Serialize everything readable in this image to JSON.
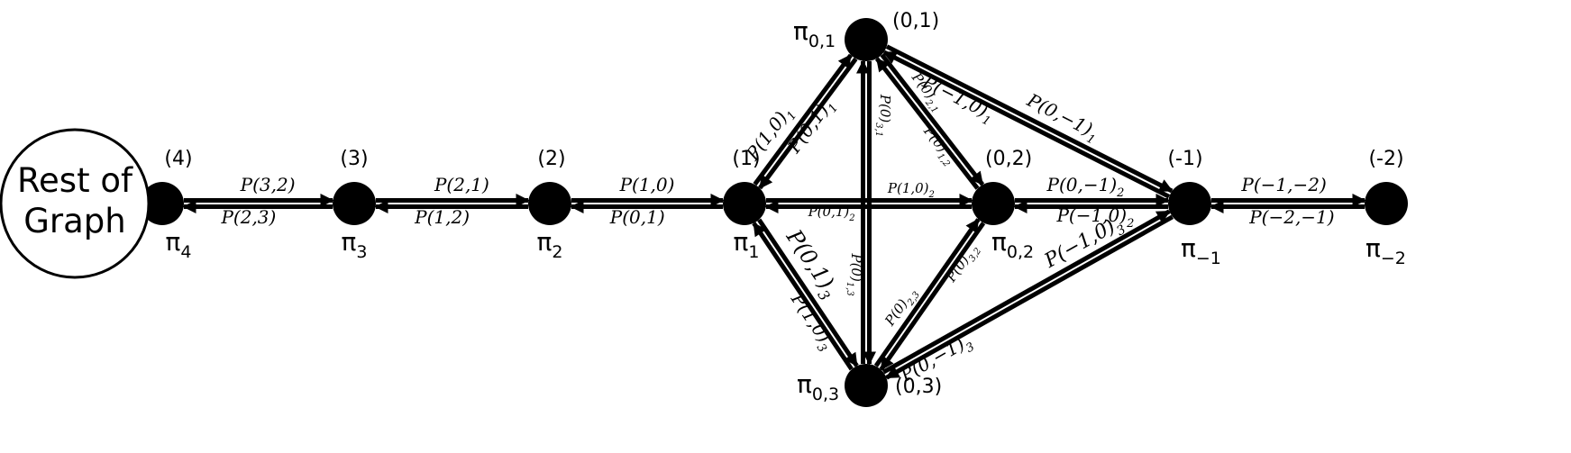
{
  "rest_node": {
    "label_line1": "Rest of",
    "label_line2": "Graph"
  },
  "nodes": [
    {
      "id": "n4",
      "coord": "(4)",
      "pi_sub": "4"
    },
    {
      "id": "n3",
      "coord": "(3)",
      "pi_sub": "3"
    },
    {
      "id": "n2",
      "coord": "(2)",
      "pi_sub": "2"
    },
    {
      "id": "n1",
      "coord": "(1)",
      "pi_sub": "1"
    },
    {
      "id": "n01",
      "coord": "(0,1)",
      "pi_sub": "0,1"
    },
    {
      "id": "n02",
      "coord": "(0,2)",
      "pi_sub": "0,2"
    },
    {
      "id": "n03",
      "coord": "(0,3)",
      "pi_sub": "0,3"
    },
    {
      "id": "nm1",
      "coord": "(-1)",
      "pi_sub": "−1"
    },
    {
      "id": "nm2",
      "coord": "(-2)",
      "pi_sub": "−2"
    }
  ],
  "pi_symbol": "π",
  "edges": [
    {
      "id": "e4-3",
      "from": "n4",
      "to": "n3",
      "fwd": "P(3,2)",
      "fwd_sub": "",
      "rev": "P(2,3)",
      "rev_sub": ""
    },
    {
      "id": "e3-2",
      "from": "n3",
      "to": "n2",
      "fwd": "P(2,1)",
      "fwd_sub": "",
      "rev": "P(1,2)",
      "rev_sub": ""
    },
    {
      "id": "e2-1",
      "from": "n2",
      "to": "n1",
      "fwd": "P(1,0)",
      "fwd_sub": "",
      "rev": "P(0,1)",
      "rev_sub": ""
    },
    {
      "id": "e1-01",
      "from": "n1",
      "to": "n01",
      "fwd": "P(1,0)",
      "fwd_sub": "1",
      "rev": "P(0,1)",
      "rev_sub": "1"
    },
    {
      "id": "e1-02",
      "from": "n1",
      "to": "n02",
      "fwd": "P(1,0)",
      "fwd_sub": "2",
      "rev": "P(0,1)",
      "rev_sub": "2"
    },
    {
      "id": "e1-03",
      "from": "n1",
      "to": "n03",
      "fwd": "P(1,0)",
      "fwd_sub": "3",
      "rev": "P(0,1)",
      "rev_sub": "3"
    },
    {
      "id": "e01-03",
      "from": "n01",
      "to": "n03",
      "fwd": "P(0)",
      "fwd_sub": "1,3",
      "rev": "P(0)",
      "rev_sub": "3,1"
    },
    {
      "id": "e01-02",
      "from": "n01",
      "to": "n02",
      "fwd": "P(0)",
      "fwd_sub": "1,2",
      "rev": "P(0)",
      "rev_sub": "2,1"
    },
    {
      "id": "e02-03",
      "from": "n02",
      "to": "n03",
      "fwd": "P(0)",
      "fwd_sub": "2,3",
      "rev": "P(0)",
      "rev_sub": "3,2"
    },
    {
      "id": "e01-m1",
      "from": "n01",
      "to": "nm1",
      "fwd": "P(0,−1)",
      "fwd_sub": "1",
      "rev": "P(−1,0)",
      "rev_sub": "1"
    },
    {
      "id": "e02-m1",
      "from": "n02",
      "to": "nm1",
      "fwd": "P(0,−1)",
      "fwd_sub": "2",
      "rev": "P(−1,0)",
      "rev_sub": "2"
    },
    {
      "id": "e03-m1",
      "from": "n03",
      "to": "nm1",
      "fwd": "P(0,−1)",
      "fwd_sub": "3",
      "rev": "P(−1,0)",
      "rev_sub": "3"
    },
    {
      "id": "em1-m2",
      "from": "nm1",
      "to": "nm2",
      "fwd": "P(−1,−2)",
      "fwd_sub": "",
      "rev": "P(−2,−1)",
      "rev_sub": ""
    }
  ],
  "colors": {
    "ink": "#000000",
    "background": "#ffffff"
  }
}
